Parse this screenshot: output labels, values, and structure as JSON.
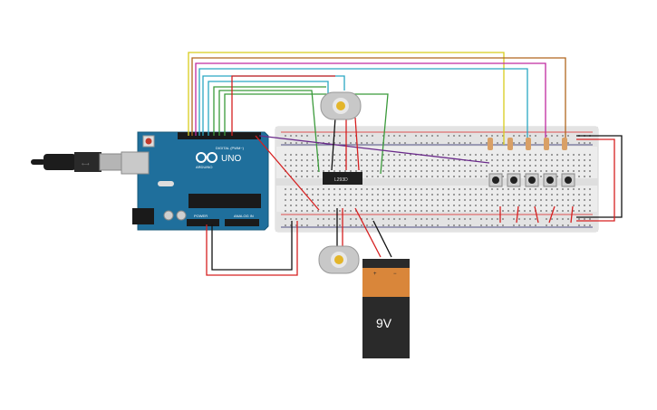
{
  "circuit": {
    "arduino": {
      "model_label": "UNO",
      "brand_label": "ARDUINO",
      "digital_header_label": "DIGITAL (PWM~)",
      "power_header_label": "POWER",
      "analog_header_label": "ANALOG IN"
    },
    "driver_ic": {
      "label": "L293D"
    },
    "battery": {
      "voltage_label": "9V",
      "plus_label": "+",
      "minus_label": "−"
    },
    "components": {
      "motor_count": 2,
      "pushbutton_count": 5,
      "resistor_count": 5
    }
  },
  "colors": {
    "arduino_board": "#1f6f9c",
    "breadboard": "#ececec",
    "battery_orange": "#d9863a",
    "battery_black": "#2a2a2a",
    "wire_red": "#d62020",
    "wire_black": "#111111",
    "wire_green": "#3a9a3a",
    "wire_yellow": "#d8cc1c",
    "wire_cyan": "#2aa7c4",
    "wire_magenta": "#c02aa0",
    "wire_brown": "#b0661e",
    "wire_purple": "#6a2a8a"
  }
}
